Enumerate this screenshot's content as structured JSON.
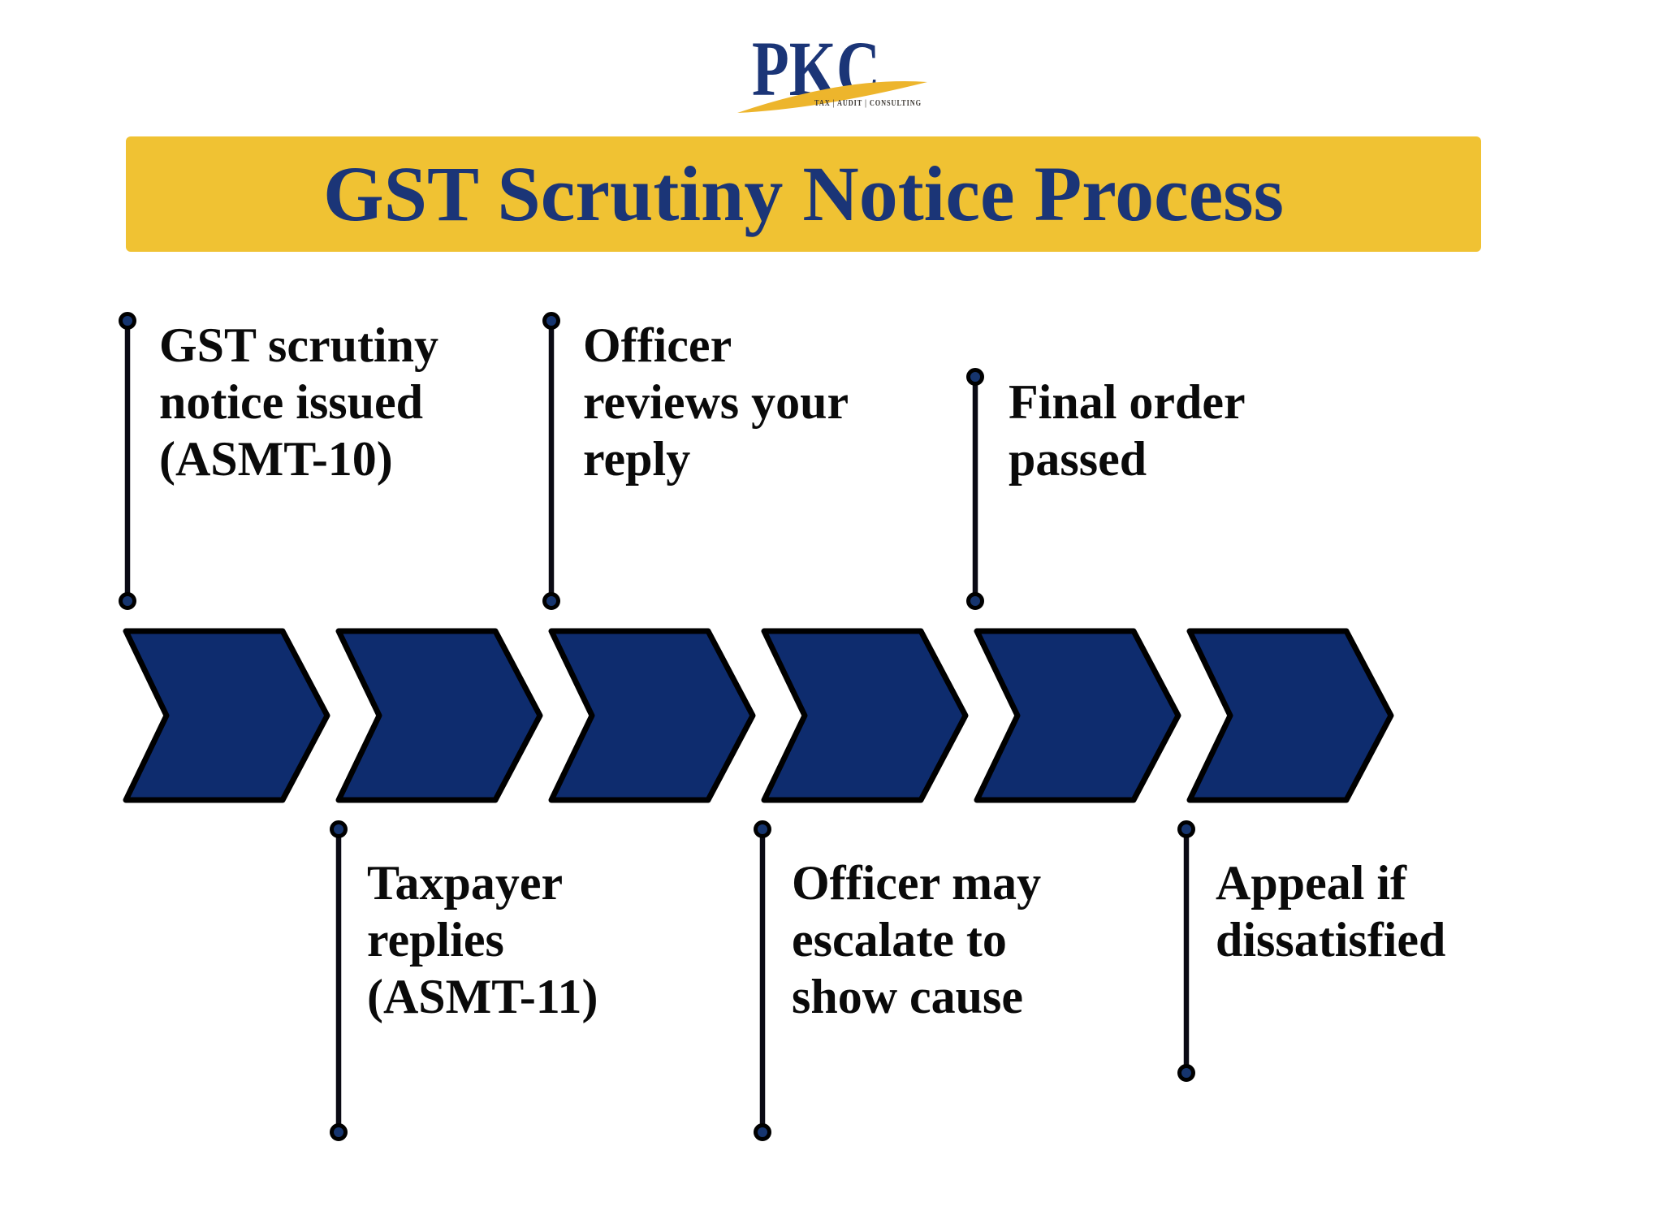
{
  "brand": {
    "name": "PKC",
    "tagline": "TAX | AUDIT | CONSULTING"
  },
  "header": {
    "title": "GST Scrutiny Notice Process"
  },
  "timeline": {
    "step_count": 6,
    "steps": [
      {
        "order": 1,
        "label_position": "above",
        "text": "GST scrutiny\nnotice issued\n(ASMT-10)"
      },
      {
        "order": 2,
        "label_position": "below",
        "text": "Taxpayer\nreplies\n(ASMT-11)"
      },
      {
        "order": 3,
        "label_position": "above",
        "text": "Officer\nreviews your\nreply"
      },
      {
        "order": 4,
        "label_position": "below",
        "text": "Officer may\nescalate to\nshow cause"
      },
      {
        "order": 5,
        "label_position": "above",
        "text": "Final order\npassed"
      },
      {
        "order": 6,
        "label_position": "below",
        "text": "Appeal if\ndissatisfied"
      }
    ]
  },
  "theme": {
    "banner_gold": "#F0C233",
    "swoosh_gold": "#EDB52C",
    "title_navy": "#1B3577",
    "chevron_navy": "#0E2C6E",
    "dot_navy": "#16356F",
    "line_black": "#0A0A14",
    "label_black": "#0A0A0A",
    "background": "#FFFFFF"
  }
}
